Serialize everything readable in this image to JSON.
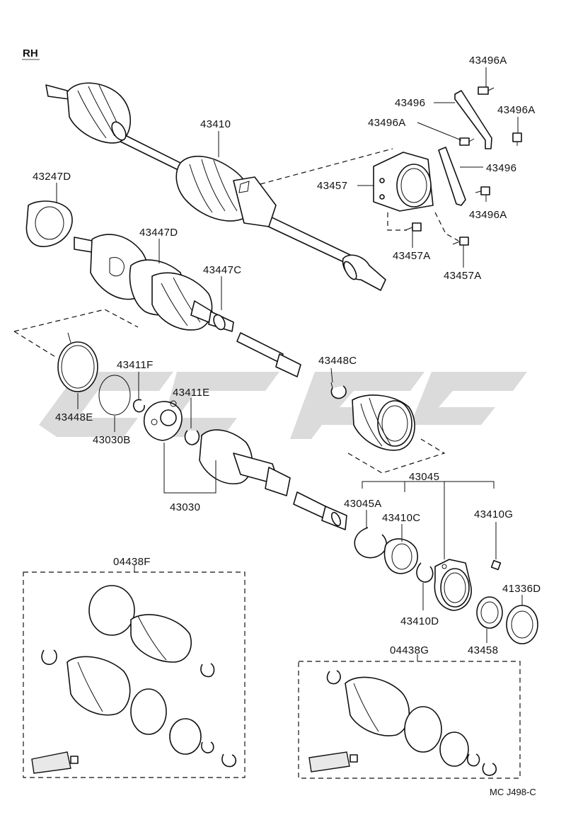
{
  "side_label": "RH",
  "diagram_code": "MC J498-C",
  "parts": {
    "p43496A_1": "43496A",
    "p43496_1": "43496",
    "p43496A_2": "43496A",
    "p43496A_3": "43496A",
    "p43410": "43410",
    "p43496_2": "43496",
    "p43247D": "43247D",
    "p43457": "43457",
    "p43496A_4": "43496A",
    "p43447D": "43447D",
    "p43457A_1": "43457A",
    "p43447C": "43447C",
    "p43457A_2": "43457A",
    "p43448C": "43448C",
    "p43411F": "43411F",
    "p43411E": "43411E",
    "p43448E": "43448E",
    "p43030B": "43030B",
    "p43045": "43045",
    "p43030": "43030",
    "p43045A": "43045A",
    "p43410C": "43410C",
    "p43410G": "43410G",
    "p04438F": "04438F",
    "p41336D": "41336D",
    "p43410D": "43410D",
    "p43458": "43458",
    "p04438G": "04438G"
  }
}
